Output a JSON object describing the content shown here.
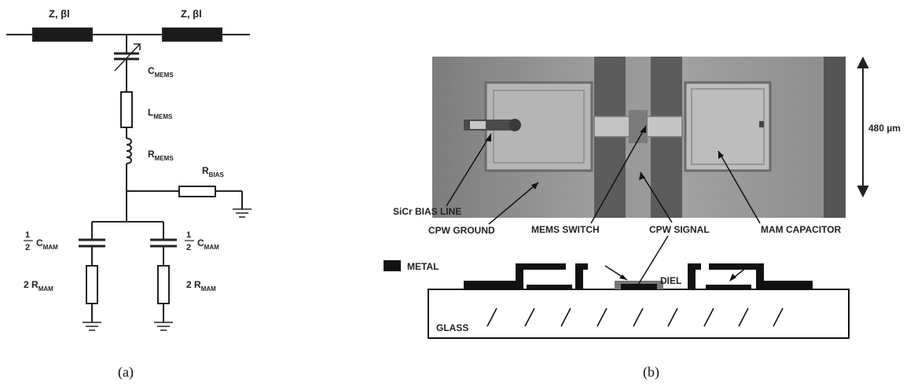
{
  "circuit": {
    "line_left": "Z, βl",
    "line_right": "Z, βl",
    "c_mems": {
      "main": "C",
      "sub": "MEMS"
    },
    "l_mems": {
      "main": "L",
      "sub": "MEMS"
    },
    "r_mems": {
      "main": "R",
      "sub": "MEMS"
    },
    "r_bias": {
      "main": "R",
      "sub": "BIAS"
    },
    "c_mam_left": {
      "num": "1",
      "den": "2",
      "main": "C",
      "sub": "MAM"
    },
    "c_mam_right": {
      "num": "1",
      "den": "2",
      "main": "C",
      "sub": "MAM"
    },
    "r_mam_left": {
      "main": "2 R",
      "sub": "MAM"
    },
    "r_mam_right": {
      "main": "2 R",
      "sub": "MAM"
    },
    "caption": "(a)"
  },
  "device": {
    "scale": "480 µm",
    "labels": {
      "bias_line": "SiCr BIAS LINE",
      "cpw_ground": "CPW GROUND",
      "mems_switch": "MEMS SWITCH",
      "cpw_signal": "CPW SIGNAL",
      "mam_capacitor": "MAM CAPACITOR"
    },
    "legend_metal": "METAL",
    "diel": "DIEL",
    "glass": "GLASS",
    "caption": "(b)"
  }
}
